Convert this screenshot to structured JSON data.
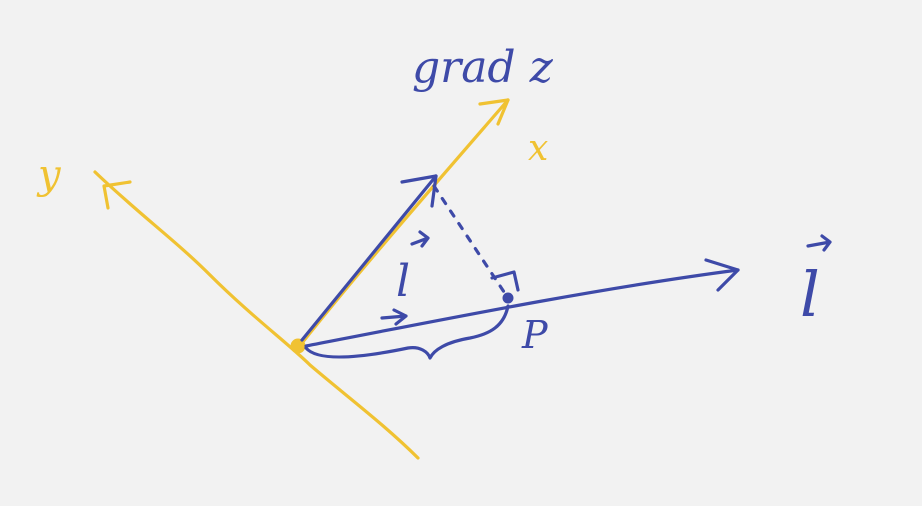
{
  "labels": {
    "grad": "grad z",
    "x_axis": "x",
    "y_axis": "y",
    "vector_l": "l",
    "unit_vector": "l",
    "point_p": "P"
  },
  "colors": {
    "background": "#f2f2f2",
    "blue_ink": "#3e4aa8",
    "yellow_ink": "#f0c232"
  }
}
